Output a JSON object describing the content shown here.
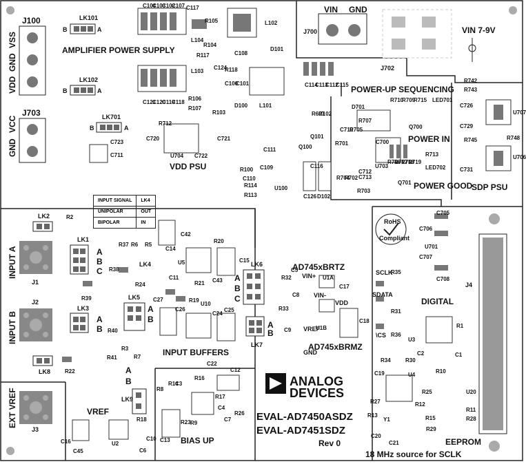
{
  "connectors": {
    "j100": {
      "ref": "J100",
      "pins": [
        "VSS",
        "GND",
        "VDD"
      ]
    },
    "j703": {
      "ref": "J703",
      "pins": [
        "VCC",
        "GND"
      ]
    },
    "j700": {
      "ref": "J700",
      "pins": [
        "VIN",
        "GND"
      ]
    },
    "j702": {
      "ref": "J702",
      "label": "VIN 7-9V"
    },
    "j1": {
      "ref": "J1",
      "label": "INPUT A"
    },
    "j2": {
      "ref": "J2",
      "label": "INPUT B"
    },
    "j3": {
      "ref": "J3",
      "label": "EXT VREF"
    },
    "j4": {
      "ref": "J4"
    }
  },
  "sections": {
    "amplifier_power_supply": "AMPLIFIER POWER SUPPLY",
    "vdd_psu": "VDD PSU",
    "power_up_sequencing": "POWER-UP SEQUENCING",
    "power_in": "POWER IN",
    "power_good": "POWER GOOD",
    "sdp_psu": "SDP PSU",
    "input_buffers": "INPUT BUFFERS",
    "vref": "VREF",
    "bias_up": "BIAS UP",
    "digital": "DIGITAL",
    "eeprom": "EEPROM",
    "sclk_source": "18 MHz source for SCLK"
  },
  "input_table": {
    "header": [
      "INPUT SIGNAL",
      "LK4"
    ],
    "rows": [
      [
        "UNIPOLAR",
        "OUT"
      ],
      [
        "BIPOLAR",
        "IN"
      ]
    ]
  },
  "branding": {
    "company_line1": "ANALOG",
    "company_line2": "DEVICES",
    "board_name_1": "EVAL-AD7450ASDZ",
    "board_name_2": "EVAL-AD7451SDZ",
    "revision": "Rev 0",
    "part_1": "AD745xBRTZ",
    "part_2": "AD745xBRMZ",
    "rohs_1": "RoHS",
    "rohs_2": "Compliant"
  },
  "links": [
    "LK101",
    "LK102",
    "LK701",
    "LK1",
    "LK2",
    "LK3",
    "LK4",
    "LK5",
    "LK6",
    "LK7",
    "LK8",
    "LK9"
  ],
  "refdes": [
    "C104",
    "C103",
    "C102",
    "C107",
    "C117",
    "R105",
    "R104",
    "L104",
    "R117",
    "C108",
    "C124",
    "R118",
    "L103",
    "D101",
    "L102",
    "C100",
    "C101",
    "D100",
    "L101",
    "R106",
    "R107",
    "R103",
    "C121",
    "C120",
    "C119",
    "C118",
    "R712",
    "C720",
    "U704",
    "C722",
    "C721",
    "C723",
    "C711",
    "C114",
    "C113",
    "C112",
    "C115",
    "R607",
    "R102",
    "Q101",
    "Q100",
    "C111",
    "C116",
    "R100",
    "C109",
    "C110",
    "R114",
    "U100",
    "R113",
    "C126",
    "D102",
    "D701",
    "R710",
    "R709",
    "R715",
    "LED701",
    "R707",
    "R705",
    "C710",
    "Q700",
    "C700",
    "R701",
    "U703",
    "R713",
    "R716",
    "R717",
    "R718",
    "R719",
    "LED702",
    "R704",
    "R702",
    "C713",
    "C712",
    "Q701",
    "R703",
    "R742",
    "R743",
    "C726",
    "C729",
    "U707",
    "R745",
    "R748",
    "C731",
    "U706",
    "C705",
    "C706",
    "U701",
    "C707",
    "C708",
    "R37",
    "R6",
    "R5",
    "R38",
    "R24",
    "C14",
    "C42",
    "R20",
    "U5",
    "C15",
    "C11",
    "R21",
    "C43",
    "R19",
    "R40",
    "R41",
    "R3",
    "R7",
    "C27",
    "C26",
    "C24",
    "C25",
    "U10",
    "R32",
    "C5",
    "R33",
    "C8",
    "C17",
    "C9",
    "C18",
    "U1A",
    "U1B",
    "R8",
    "R14",
    "C3",
    "R16",
    "R17",
    "C22",
    "C12",
    "C4",
    "R26",
    "C7",
    "R9",
    "R23",
    "R18",
    "C10",
    "C6",
    "U2",
    "C16",
    "C45",
    "C13",
    "R39",
    "R2",
    "R22",
    "R35",
    "R31",
    "R36",
    "U3",
    "R1",
    "C2",
    "C1",
    "R34",
    "R30",
    "C19",
    "U4",
    "R10",
    "R25",
    "R27",
    "R12",
    "R13",
    "Y1",
    "R15",
    "R29",
    "C20",
    "C21",
    "U20",
    "R11",
    "R28"
  ],
  "pin_letters": {
    "A": "A",
    "B": "B",
    "C": "C",
    "VINP": "VIN+",
    "VINN": "VIN-",
    "VDD": "VDD",
    "VREF": "VREF",
    "GND": "GND",
    "SCLK": "SCLK",
    "SDATA": "SDATA",
    "CS": "\\CS"
  },
  "colors": {
    "silk": "#111111",
    "pad": "#7a7a7a",
    "pad_dark": "#555555",
    "board": "#ffffff",
    "line": "#222222"
  }
}
